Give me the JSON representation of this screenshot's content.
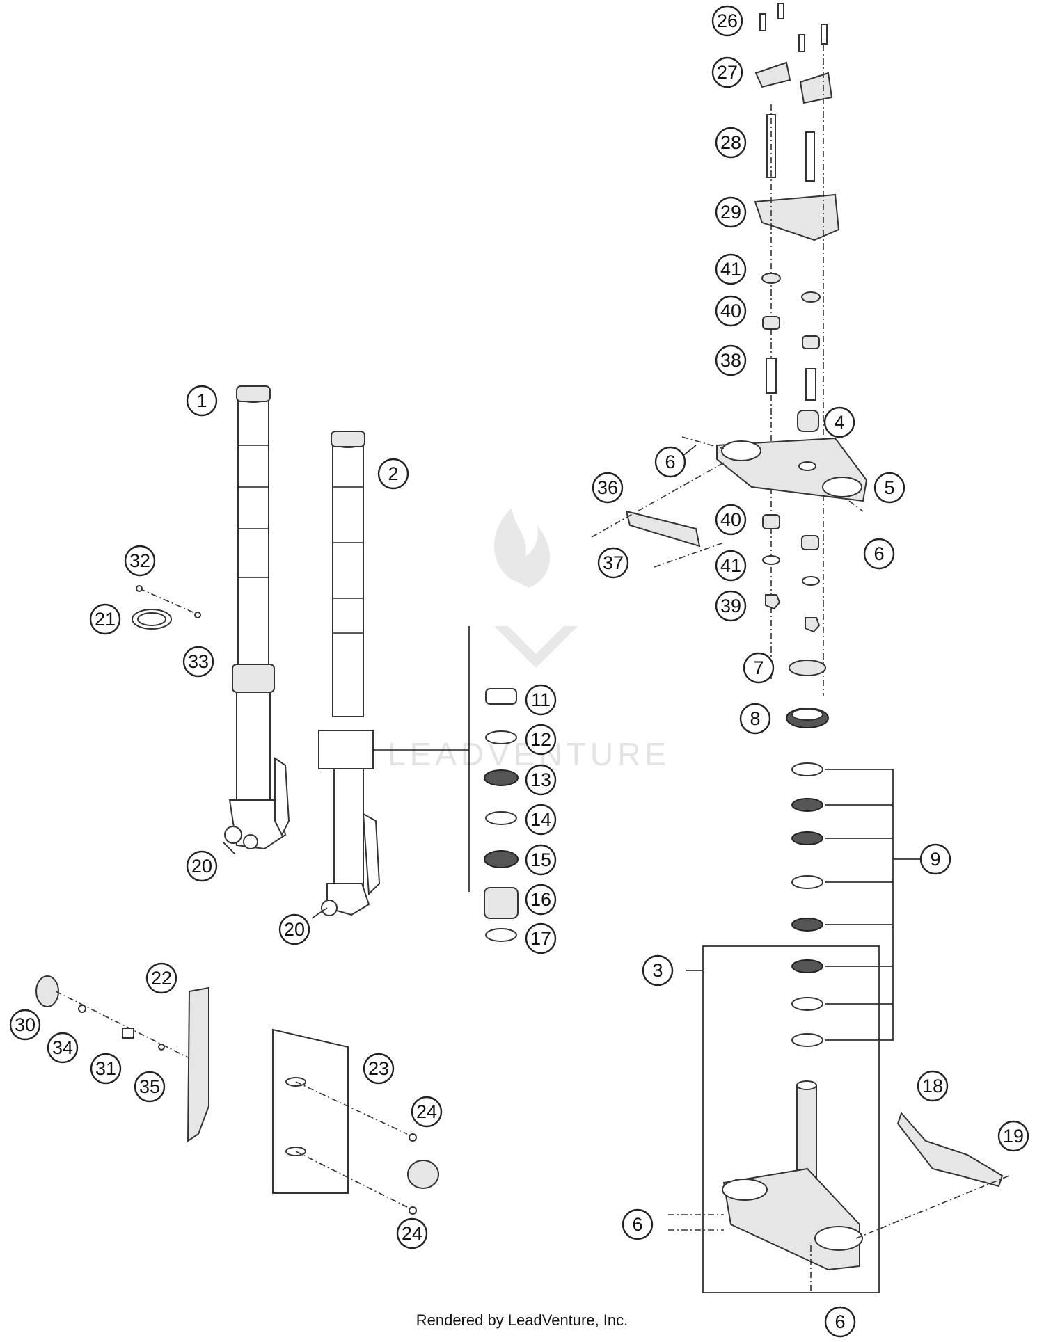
{
  "diagram": {
    "watermark": "LEADVENTURE",
    "footer": "Rendered by LeadVenture, Inc.",
    "callouts": [
      {
        "id": "c26",
        "label": "26"
      },
      {
        "id": "c27",
        "label": "27"
      },
      {
        "id": "c28",
        "label": "28"
      },
      {
        "id": "c29",
        "label": "29"
      },
      {
        "id": "c41a",
        "label": "41"
      },
      {
        "id": "c40a",
        "label": "40"
      },
      {
        "id": "c38",
        "label": "38"
      },
      {
        "id": "c4",
        "label": "4"
      },
      {
        "id": "c6a",
        "label": "6"
      },
      {
        "id": "c5",
        "label": "5"
      },
      {
        "id": "c36",
        "label": "36"
      },
      {
        "id": "c40b",
        "label": "40"
      },
      {
        "id": "c6b",
        "label": "6"
      },
      {
        "id": "c37",
        "label": "37"
      },
      {
        "id": "c41b",
        "label": "41"
      },
      {
        "id": "c39",
        "label": "39"
      },
      {
        "id": "c1",
        "label": "1"
      },
      {
        "id": "c2",
        "label": "2"
      },
      {
        "id": "c32",
        "label": "32"
      },
      {
        "id": "c21",
        "label": "21"
      },
      {
        "id": "c33",
        "label": "33"
      },
      {
        "id": "c7",
        "label": "7"
      },
      {
        "id": "c8",
        "label": "8"
      },
      {
        "id": "c11",
        "label": "11"
      },
      {
        "id": "c12",
        "label": "12"
      },
      {
        "id": "c13",
        "label": "13"
      },
      {
        "id": "c14",
        "label": "14"
      },
      {
        "id": "c15",
        "label": "15"
      },
      {
        "id": "c16",
        "label": "16"
      },
      {
        "id": "c17",
        "label": "17"
      },
      {
        "id": "c9",
        "label": "9"
      },
      {
        "id": "c20a",
        "label": "20"
      },
      {
        "id": "c20b",
        "label": "20"
      },
      {
        "id": "c3",
        "label": "3"
      },
      {
        "id": "c22",
        "label": "22"
      },
      {
        "id": "c30",
        "label": "30"
      },
      {
        "id": "c34",
        "label": "34"
      },
      {
        "id": "c31",
        "label": "31"
      },
      {
        "id": "c35",
        "label": "35"
      },
      {
        "id": "c23",
        "label": "23"
      },
      {
        "id": "c24a",
        "label": "24"
      },
      {
        "id": "c24b",
        "label": "24"
      },
      {
        "id": "c18",
        "label": "18"
      },
      {
        "id": "c19",
        "label": "19"
      },
      {
        "id": "c6c",
        "label": "6"
      },
      {
        "id": "c6d",
        "label": "6"
      }
    ]
  }
}
